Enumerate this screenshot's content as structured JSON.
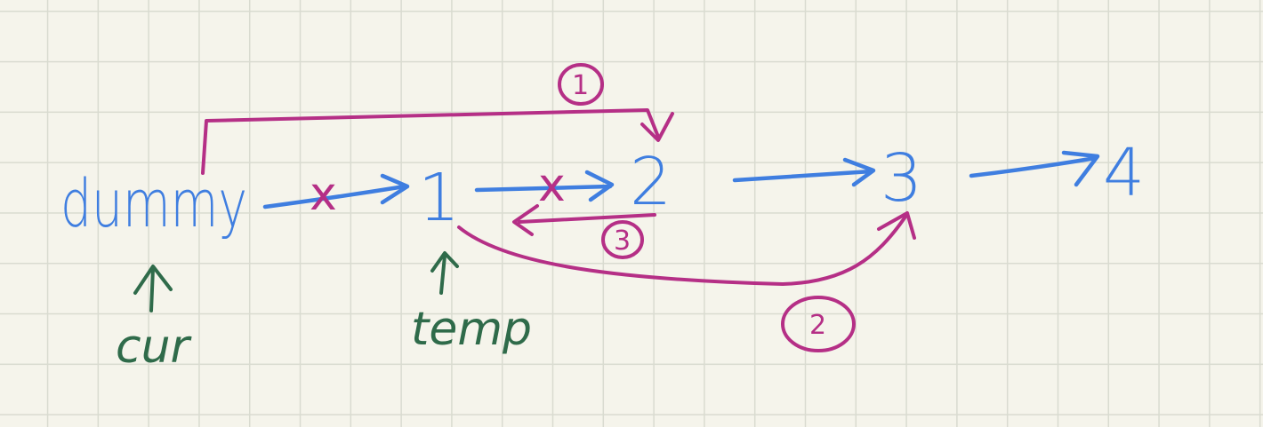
{
  "colors": {
    "background": "#f5f4eb",
    "grid": "#d9dbd0",
    "nodes": "#3f7ee0",
    "pointers": "#2f6b4a",
    "changes": "#b52f86"
  },
  "nodes": {
    "dummy": "dummy",
    "n1": "1",
    "n2": "2",
    "n3": "3",
    "n4": "4"
  },
  "pointers": {
    "cur": "cur",
    "temp": "temp"
  },
  "steps": {
    "step1": "1",
    "step2": "2",
    "step3": "3"
  },
  "cross_marks": {
    "mark_a": "x",
    "mark_b": "x"
  }
}
